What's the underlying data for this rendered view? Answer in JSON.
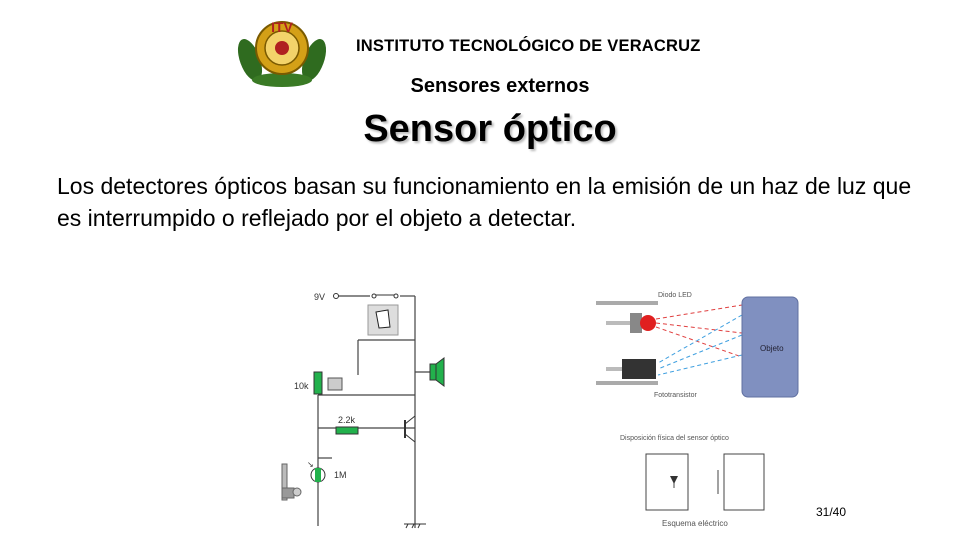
{
  "header": {
    "institute_name": "INSTITUTO TECNOLÓGICO DE VERACRUZ",
    "logo_text": "ITV"
  },
  "slide": {
    "subtitle": "Sensores externos",
    "title": "Sensor óptico",
    "body": "Los detectores ópticos basan su funcionamiento en la emisión de un haz de luz que es interrumpido o reflejado por el objeto a detectar."
  },
  "circuit": {
    "voltage": "9V",
    "pot_label": "10k",
    "resistor_base": "2.2k",
    "resistor_ldr": "1M"
  },
  "diagram": {
    "led_label": "Diodo LED",
    "object_label": "Objeto",
    "phototransistor_label": "Fototransistor",
    "physical_caption": "Disposición física del sensor óptico",
    "electric_caption": "Esquema eléctrico"
  },
  "footer": {
    "page_number": "31/40"
  },
  "colors": {
    "resistor_green": "#22b14c",
    "led_red": "#e02020",
    "object_blue": "#8090c0",
    "beam_red": "#e04040",
    "beam_blue": "#40a0e0"
  }
}
